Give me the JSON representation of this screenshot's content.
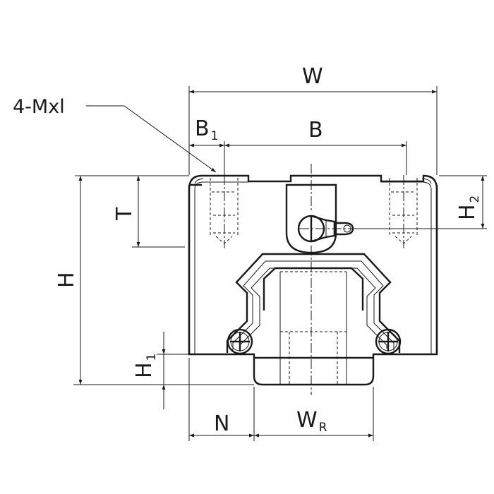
{
  "labels": {
    "thread": "4-Mxl",
    "W": "W",
    "B1_main": "B",
    "B1_sub": "1",
    "B": "B",
    "T": "T",
    "H": "H",
    "H2_main": "H",
    "H2_sub": "2",
    "H1_main": "H",
    "H1_sub": "1",
    "N": "N",
    "WR_main": "W",
    "WR_sub": "R"
  }
}
